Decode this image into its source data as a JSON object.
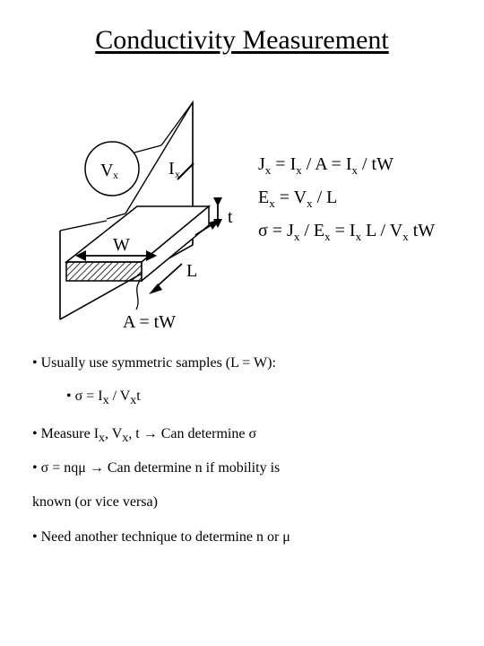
{
  "title": "Conductivity Measurement",
  "diagram": {
    "vx_label": "V",
    "vx_sub": "x",
    "ix_label": "I",
    "ix_sub": "x",
    "t_label": "t",
    "w_label": "W",
    "l_label": "L",
    "area_label": "A = tW"
  },
  "equations": {
    "jx": [
      "J",
      "x",
      " = I",
      "x",
      " / A = I",
      "x",
      " / tW"
    ],
    "ex": [
      "E",
      "x",
      " = V",
      "x",
      " / L"
    ],
    "sigma": [
      "σ = J",
      "x",
      " / E",
      "x",
      " = I",
      "x",
      " L / V",
      "x",
      " tW"
    ]
  },
  "bullets": {
    "b1": "• Usually use symmetric samples (L = W):",
    "b2": [
      "• σ = I",
      "x",
      " / V",
      "x",
      "t"
    ],
    "b3": [
      "• Measure I",
      "x",
      ", V",
      "x",
      ", t → Can determine σ"
    ],
    "b4": "• σ = nqμ → Can determine n if mobility is",
    "b4b": "known (or vice versa)",
    "b5": "• Need another technique to determine n or μ"
  }
}
